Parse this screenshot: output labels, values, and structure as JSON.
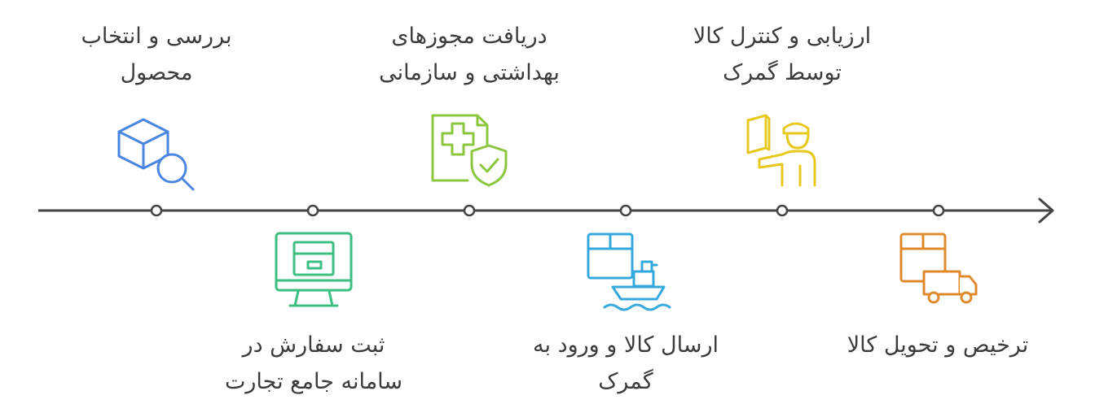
{
  "timeline": {
    "steps": [
      {
        "position": "top",
        "lines": [
          "بررسی و انتخاب",
          "محصول"
        ],
        "icon": "package-search-icon",
        "color": "#4a86e0"
      },
      {
        "position": "bottom",
        "lines": [
          "ثبت سفارش در",
          "سامانه جامع تجارت"
        ],
        "icon": "computer-package-icon",
        "color": "#3cbf82"
      },
      {
        "position": "top",
        "lines": [
          "دریافت مجوزهای",
          "بهداشتی و سازمانی"
        ],
        "icon": "health-permit-shield-icon",
        "color": "#8cc63f"
      },
      {
        "position": "bottom",
        "lines": [
          "ارسال کالا و ورود به",
          "گمرک"
        ],
        "icon": "package-ship-icon",
        "color": "#35a9dc"
      },
      {
        "position": "top",
        "lines": [
          "ارزیابی و کنترل کالا",
          "توسط گمرک"
        ],
        "icon": "customs-officer-icon",
        "color": "#e6c81e"
      },
      {
        "position": "bottom",
        "lines": [
          "ترخیص و تحویل کالا"
        ],
        "icon": "package-truck-icon",
        "color": "#e08a2e"
      }
    ]
  }
}
